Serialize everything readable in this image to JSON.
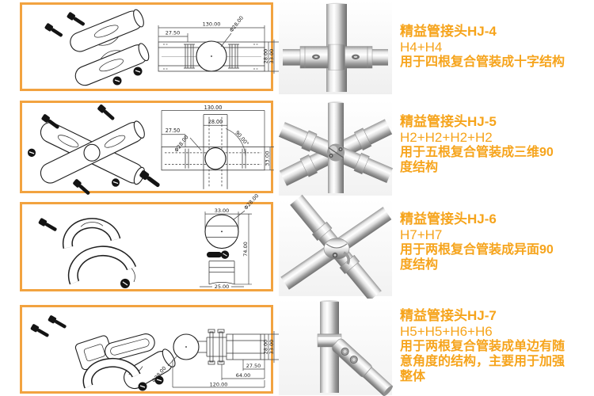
{
  "colors": {
    "panel_border": "#F2A340",
    "text_orange": "#F6A41C",
    "drawing_ink": "#1f1f1f",
    "chrome_light": "#ffffff",
    "chrome_dark": "#707070"
  },
  "rows": [
    {
      "title": "精益管接头HJ-4",
      "code": "H4+H4",
      "desc_lines": [
        "用于四根复合管装成十字结构"
      ],
      "dims": {
        "length": "130.00",
        "offset": "27.50",
        "diameter": "Φ28.00",
        "inner": "28.00",
        "outer": "33.00"
      }
    },
    {
      "title": "精益管接头HJ-5",
      "code": "H2+H2+H2+H2",
      "desc_lines": [
        "用于五根复合管装成三维90",
        "度结构"
      ],
      "dims": {
        "length": "130.00",
        "branch": "28.00",
        "offset": "27.50",
        "diameter": "Φ28.00",
        "angle": "90.00°",
        "height": "33.00"
      }
    },
    {
      "title": "精益管接头HJ-6",
      "code": "H7+H7",
      "desc_lines": [
        "用于两根复合管装成异面90",
        "度结构"
      ],
      "dims": {
        "top": "33.00",
        "diameter": "Φ28.00",
        "height": "74.00",
        "bottom": "25.00"
      }
    },
    {
      "title": "精益管接头HJ-7",
      "code": "H5+H5+H6+H6",
      "desc_lines": [
        "用于两根复合管装成单边有随",
        "意角度的结构，主要用于加强",
        "整体"
      ],
      "dims": {
        "diameter": "Φ28.00",
        "inner": "28.00",
        "outer": "33.00",
        "offset": "27.50",
        "mid": "64.00",
        "length": "120.00"
      }
    }
  ]
}
